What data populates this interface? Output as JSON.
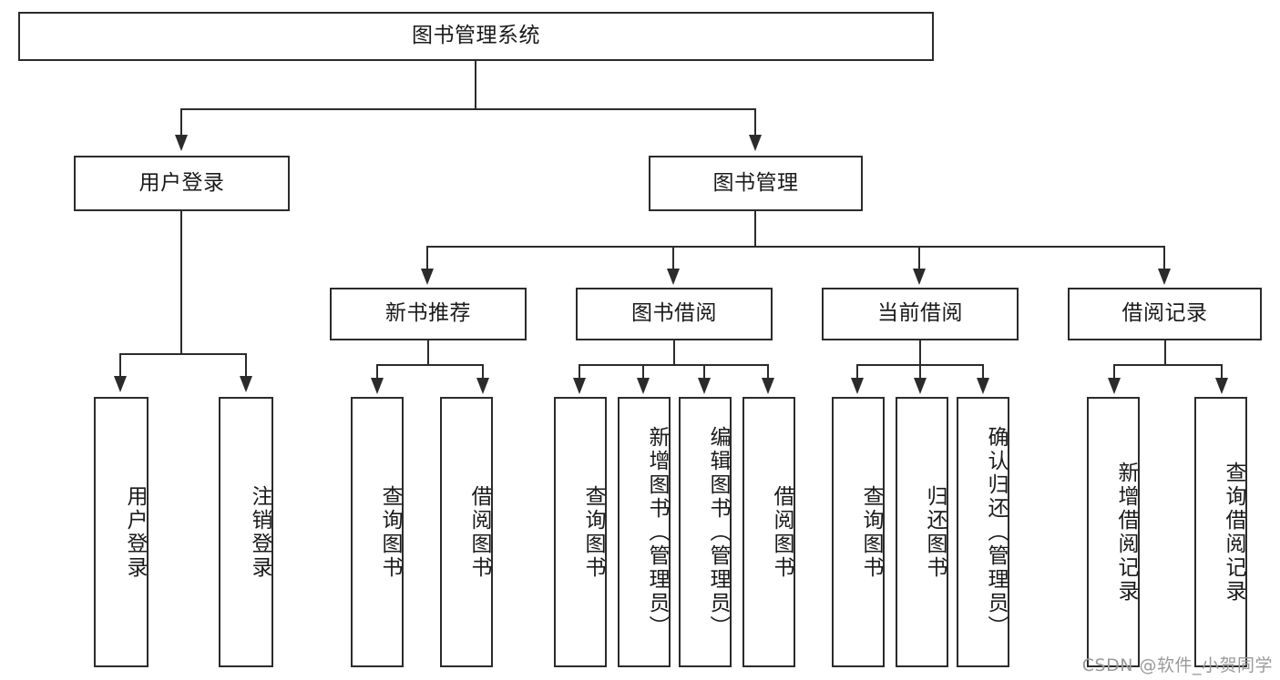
{
  "diagram": {
    "title": "图书管理系统",
    "type": "hierarchy-tree",
    "nodes": {
      "root": {
        "label": "图书管理系统"
      },
      "level2": [
        {
          "id": "user-login",
          "label": "用户登录"
        },
        {
          "id": "book-management",
          "label": "图书管理"
        }
      ],
      "level3": [
        {
          "id": "new-book-recommend",
          "label": "新书推荐"
        },
        {
          "id": "book-borrow",
          "label": "图书借阅"
        },
        {
          "id": "current-borrow",
          "label": "当前借阅"
        },
        {
          "id": "borrow-record",
          "label": "借阅记录"
        }
      ],
      "leaves": {
        "user_login": [
          {
            "id": "leaf-user-login",
            "label": "用户登录"
          },
          {
            "id": "leaf-logout-login",
            "label": "注销登录"
          }
        ],
        "new_book_recommend": [
          {
            "id": "leaf-query-book-1",
            "label": "查询图书"
          },
          {
            "id": "leaf-borrow-book-1",
            "label": "借阅图书"
          }
        ],
        "book_borrow": [
          {
            "id": "leaf-query-book-2",
            "label": "查询图书"
          },
          {
            "id": "leaf-add-book",
            "label": "新增图书（管理员）"
          },
          {
            "id": "leaf-edit-book",
            "label": "编辑图书（管理员）"
          },
          {
            "id": "leaf-borrow-book-2",
            "label": "借阅图书"
          }
        ],
        "current_borrow": [
          {
            "id": "leaf-query-book-3",
            "label": "查询图书"
          },
          {
            "id": "leaf-return-book",
            "label": "归还图书"
          },
          {
            "id": "leaf-confirm-return",
            "label": "确认归还（管理员）"
          }
        ],
        "borrow_record": [
          {
            "id": "leaf-add-record",
            "label": "新增借阅记录"
          },
          {
            "id": "leaf-query-record",
            "label": "查询借阅记录"
          }
        ]
      }
    },
    "colors": {
      "border": "#2b2b2b",
      "background": "#ffffff",
      "text": "#1a1a1a",
      "watermark": "#9a9a9a"
    }
  },
  "watermark": {
    "text": "CSDN @软件_小贺同学"
  }
}
